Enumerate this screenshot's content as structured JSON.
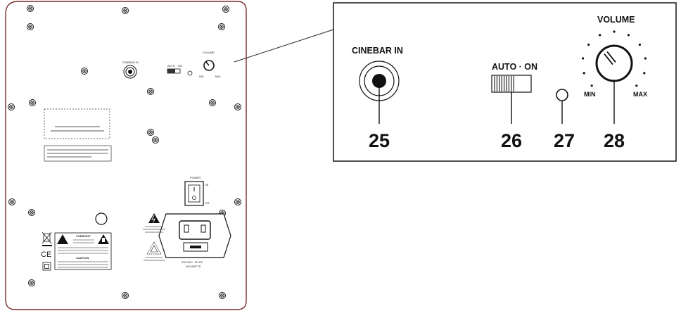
{
  "colors": {
    "panel_stroke": "#7a2d2a",
    "ink": "#111111",
    "callout_stroke": "#222222"
  },
  "callout": {
    "cinebar_label": "CINEBAR IN",
    "switch_label": "AUTO · ON",
    "volume_label": "VOLUME",
    "min_label": "MIN",
    "max_label": "MAX",
    "numbers": [
      "25",
      "26",
      "27",
      "28"
    ]
  },
  "panel": {
    "cinebar_label": "CINEBAR IN",
    "switch_label": "AUTO · ON",
    "volume_label": "VOLUME",
    "min_label": "MIN",
    "max_label": "MAX",
    "power_label": "POWER",
    "power_on": "ON",
    "power_off": "OFF",
    "mains_rating_1": "230 VAC ~50 HZ",
    "mains_rating_2": "400 WATTS",
    "warning_title": "VORSICHT",
    "caution_title": "CAUTION",
    "ce_mark": "CE",
    "icons": [
      "warning-triangle-icon",
      "weee-bin-icon",
      "ce-mark-icon",
      "double-insulation-icon",
      "screw-icon"
    ]
  }
}
